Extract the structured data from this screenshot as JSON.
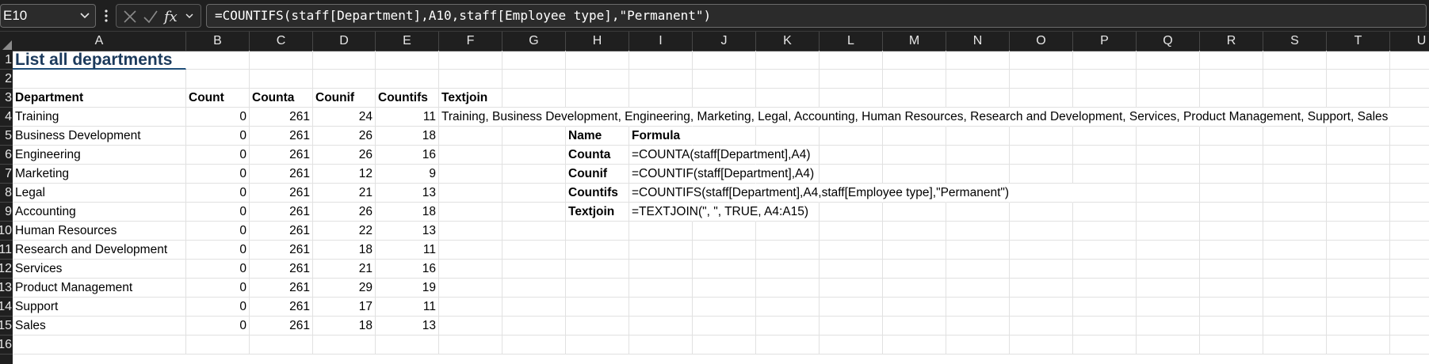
{
  "formula_bar": {
    "name_box": "E10",
    "formula": "=COUNTIFS(staff[Department],A10,staff[Employee type],\"Permanent\")",
    "fx_label": "fx"
  },
  "columns": [
    "A",
    "B",
    "C",
    "D",
    "E",
    "F",
    "G",
    "H",
    "I",
    "J",
    "K",
    "L",
    "M",
    "N",
    "O",
    "P",
    "Q",
    "R",
    "S",
    "T",
    "U"
  ],
  "rows": [
    "1",
    "2",
    "3",
    "4",
    "5",
    "6",
    "7",
    "8",
    "9",
    "10",
    "11",
    "12",
    "13",
    "14",
    "15",
    "16"
  ],
  "sheet": {
    "title": "List all departments",
    "headers": {
      "department": "Department",
      "count": "Count",
      "counta": "Counta",
      "counif": "Counif",
      "countifs": "Countifs",
      "textjoin": "Textjoin"
    },
    "departments": [
      {
        "name": "Training",
        "count": "0",
        "counta": "261",
        "counif": "24",
        "countifs": "11"
      },
      {
        "name": "Business Development",
        "count": "0",
        "counta": "261",
        "counif": "26",
        "countifs": "18"
      },
      {
        "name": "Engineering",
        "count": "0",
        "counta": "261",
        "counif": "26",
        "countifs": "16"
      },
      {
        "name": "Marketing",
        "count": "0",
        "counta": "261",
        "counif": "12",
        "countifs": "9"
      },
      {
        "name": "Legal",
        "count": "0",
        "counta": "261",
        "counif": "21",
        "countifs": "13"
      },
      {
        "name": "Accounting",
        "count": "0",
        "counta": "261",
        "counif": "26",
        "countifs": "18"
      },
      {
        "name": "Human Resources",
        "count": "0",
        "counta": "261",
        "counif": "22",
        "countifs": "13"
      },
      {
        "name": "Research and Development",
        "count": "0",
        "counta": "261",
        "counif": "18",
        "countifs": "11"
      },
      {
        "name": "Services",
        "count": "0",
        "counta": "261",
        "counif": "21",
        "countifs": "16"
      },
      {
        "name": "Product Management",
        "count": "0",
        "counta": "261",
        "counif": "29",
        "countifs": "19"
      },
      {
        "name": "Support",
        "count": "0",
        "counta": "261",
        "counif": "17",
        "countifs": "11"
      },
      {
        "name": "Sales",
        "count": "0",
        "counta": "261",
        "counif": "18",
        "countifs": "13"
      }
    ],
    "textjoin_value": "Training, Business Development, Engineering, Marketing, Legal, Accounting, Human Resources, Research and Development, Services, Product Management, Support, Sales",
    "formula_table": {
      "header_name": "Name",
      "header_formula": "Formula",
      "rows": [
        {
          "name": "Counta",
          "formula": "=COUNTA(staff[Department],A4)"
        },
        {
          "name": "Counif",
          "formula": "=COUNTIF(staff[Department],A4)"
        },
        {
          "name": "Countifs",
          "formula": "=COUNTIFS(staff[Department],A4,staff[Employee type],\"Permanent\")"
        },
        {
          "name": "Textjoin",
          "formula": "=TEXTJOIN(\", \", TRUE, A4:A15)"
        }
      ]
    }
  },
  "colors": {
    "header_bg": "#1f1f1f",
    "selection": "#107c41",
    "title": "#1b3a5c",
    "title_underline": "#1f4e79"
  },
  "icons": [
    "chevron-down-icon",
    "vertical-dots-icon",
    "cancel-x-icon",
    "check-icon",
    "fx-icon",
    "select-all-triangle-icon"
  ]
}
